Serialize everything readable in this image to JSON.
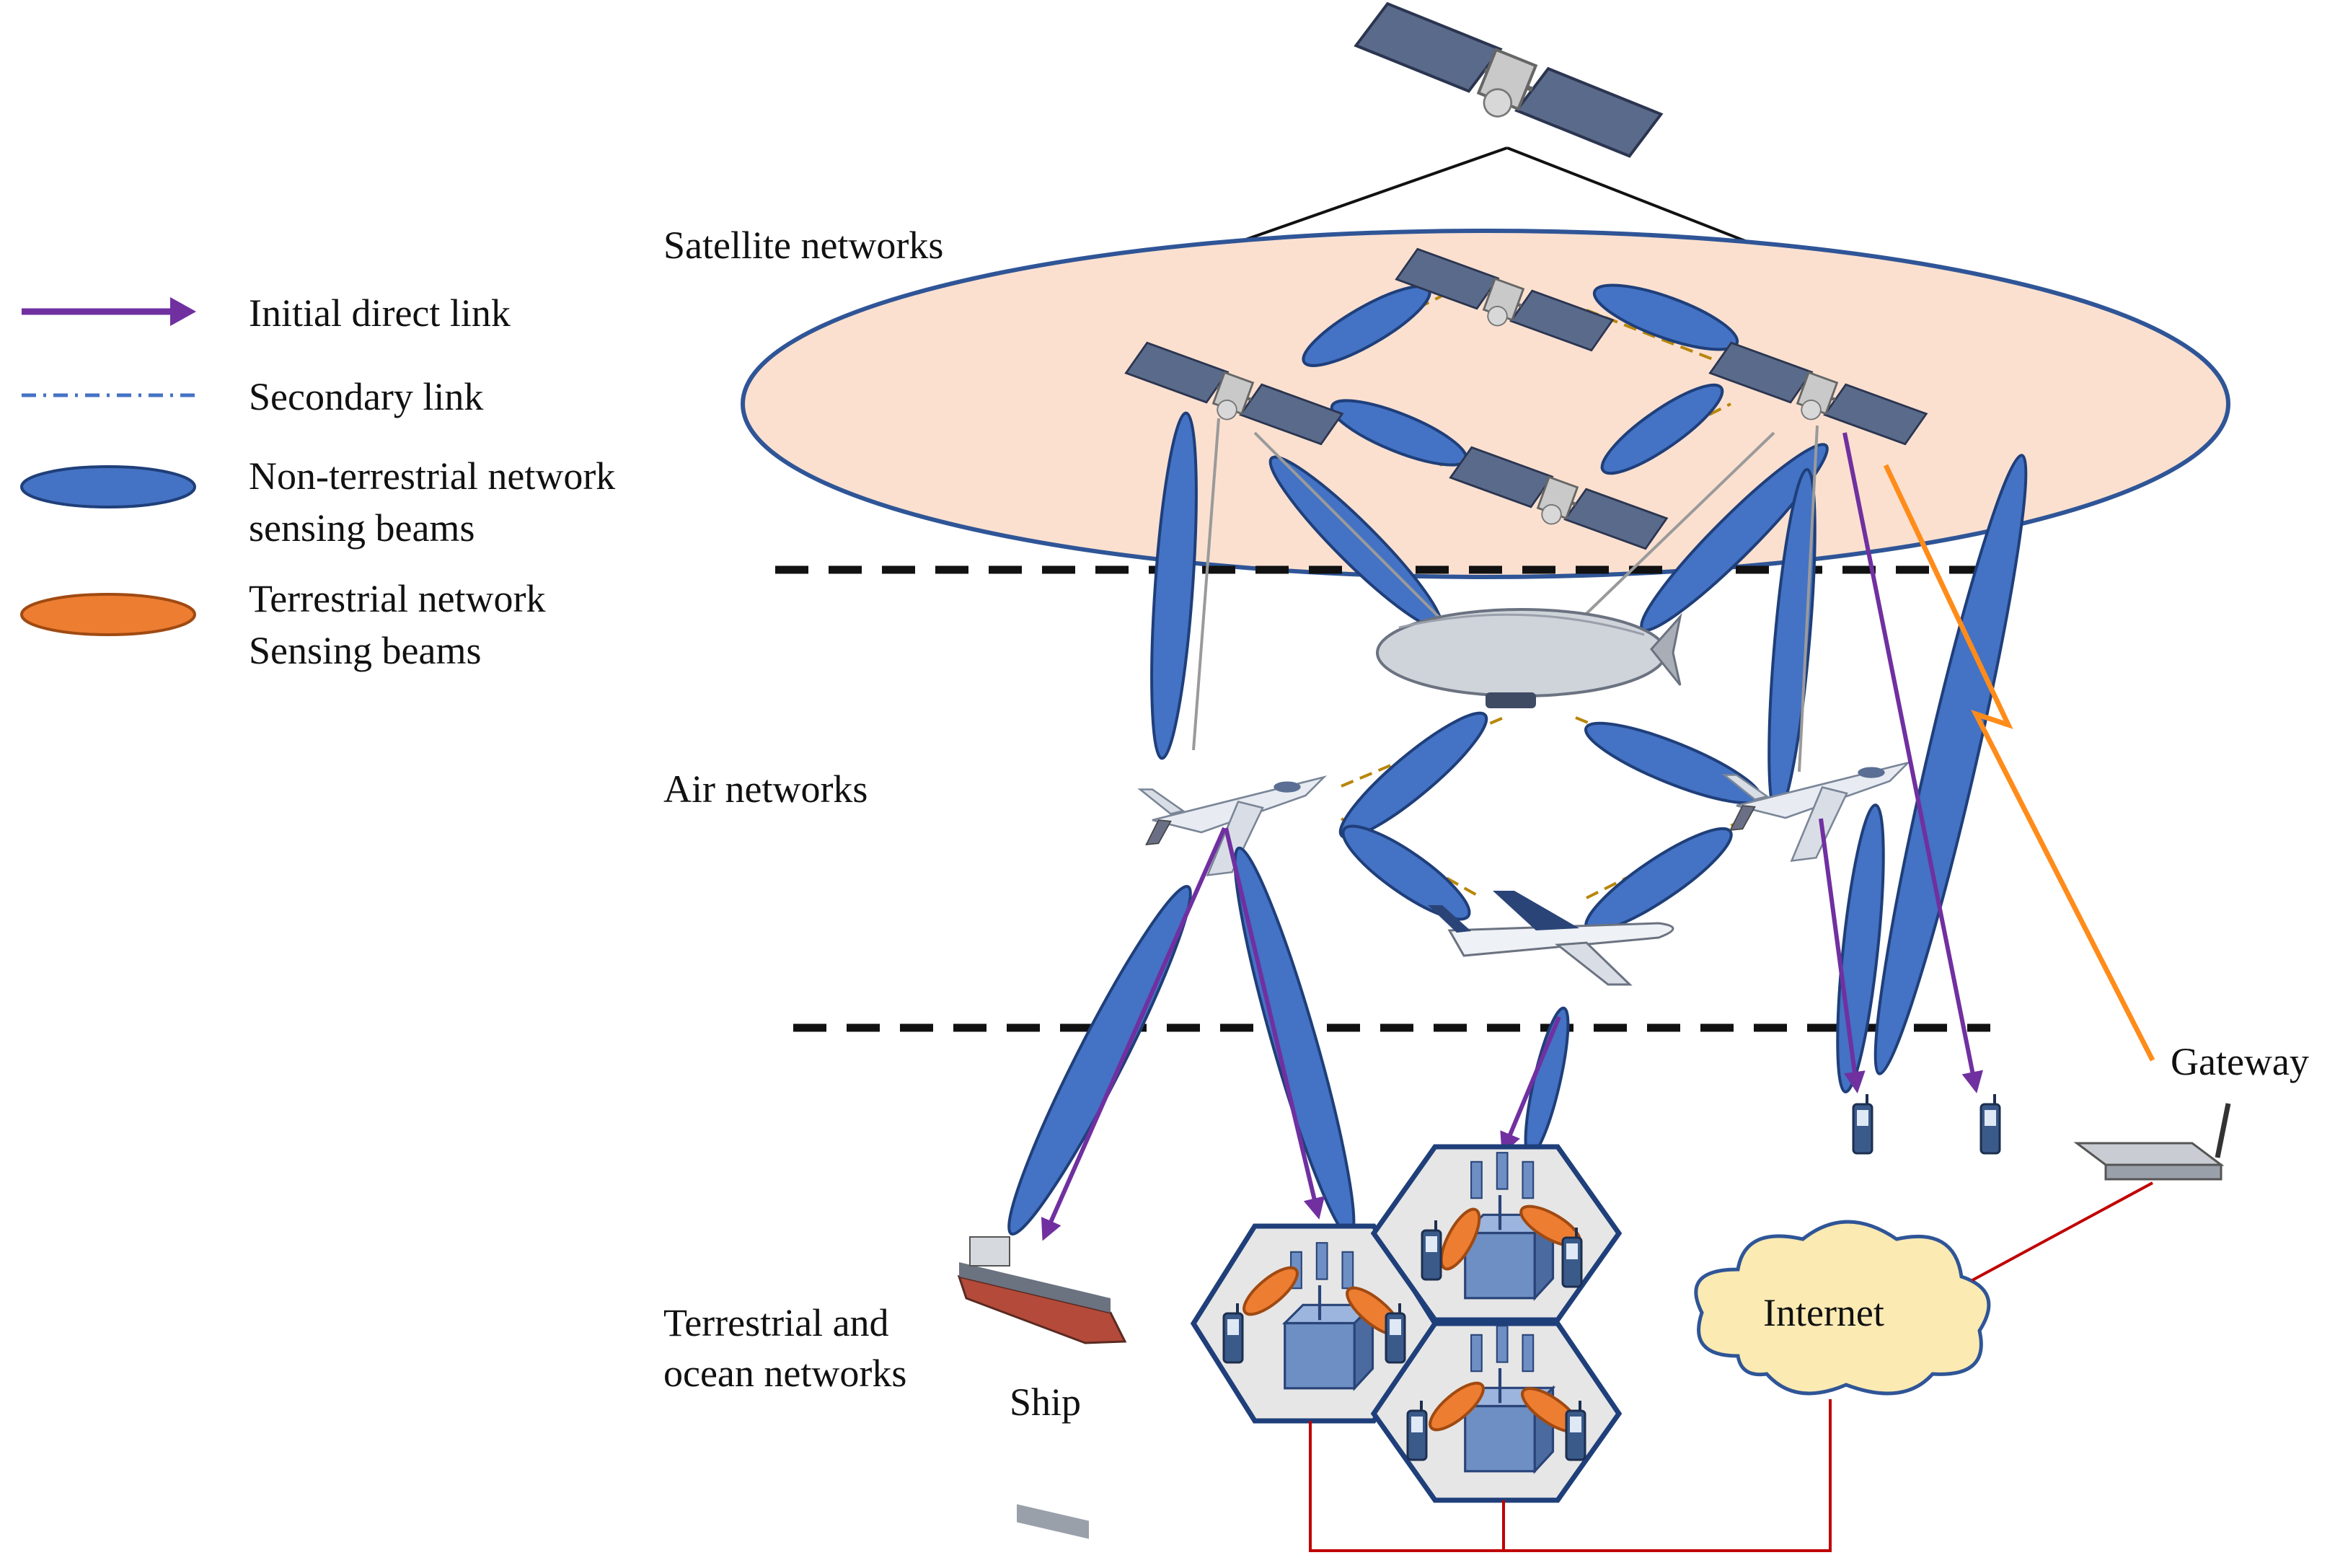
{
  "legend": {
    "direct_link": "Initial direct link",
    "secondary_link": "Secondary link",
    "ntn_beams_line1": "Non-terrestrial network",
    "ntn_beams_line2": "sensing beams",
    "tn_beams_line1": "Terrestrial network",
    "tn_beams_line2": "Sensing beams"
  },
  "layers": {
    "satellite": "Satellite networks",
    "air": "Air networks",
    "ground_line1": "Terrestrial and",
    "ground_line2": "ocean networks"
  },
  "nodes": {
    "ship": "Ship",
    "gateway": "Gateway",
    "internet": "Internet"
  },
  "colors": {
    "ntn_beam": "#4472c4",
    "tn_beam": "#ed7d31",
    "direct_link": "#7030a0",
    "secondary_link": "#4472c4",
    "satellite_zone": "#fbe0d0",
    "wired": "#c00000",
    "gateway_link": "#ff8c1a"
  },
  "icons": [
    "satellite-icon",
    "airship-icon",
    "jet-icon",
    "airliner-icon",
    "ship-icon",
    "base-station-icon",
    "phone-icon",
    "router-icon",
    "cloud-icon"
  ]
}
